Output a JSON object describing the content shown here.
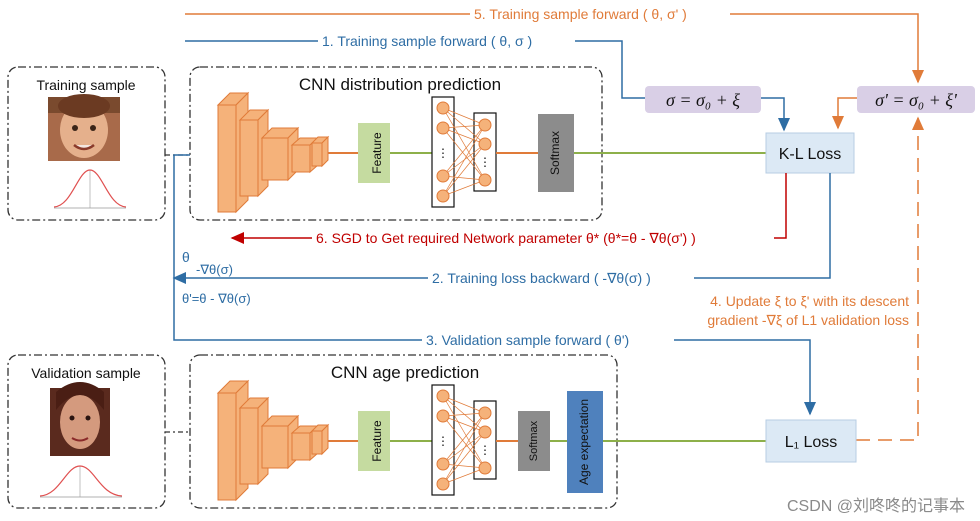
{
  "panels": {
    "training_sample": "Training sample",
    "validation_sample": "Validation sample",
    "cnn_distribution": "CNN distribution prediction",
    "cnn_age": "CNN age prediction"
  },
  "blocks": {
    "feature": "Feature",
    "softmax": "Softmax",
    "age_expectation": "Age expectation",
    "kl_loss": "K-L Loss",
    "l1_loss": "L₁ Loss",
    "sigma_eq": "σ = σ₀ + ξ",
    "sigma_prime_eq": "σ' = σ₀ + ξ'"
  },
  "arrows": {
    "step1": "1. Training sample forward ( θ, σ  )",
    "step2": "2. Training loss backward ( -∇θ(σ) )",
    "step3": "3. Validation sample forward ( θ')",
    "step4_line1": "4. Update ξ to ξ'  with its descent",
    "step4_line2": "gradient -∇ξ of L1 validation loss",
    "step5": "5. Training sample forward ( θ, σ' )",
    "step6": "6. SGD to Get required Network parameter θ* (θ*=θ - ∇θ(σ') )",
    "theta": "θ",
    "neg_grad": "-∇θ(σ)",
    "theta_prime": "θ'=θ - ∇θ(σ)"
  },
  "watermark": "CSDN @刘咚咚的记事本",
  "colors": {
    "blue": "#2e6da4",
    "orange": "#e07b39",
    "red": "#c00000",
    "green": "#8db04a",
    "feature_fill": "#c5dba0",
    "softmax_fill": "#8c8c8c",
    "age_fill": "#4f81bd",
    "loss_fill": "#dce9f5",
    "sigma_fill": "#d9cfe6",
    "cube_fill": "#f5b27a"
  }
}
